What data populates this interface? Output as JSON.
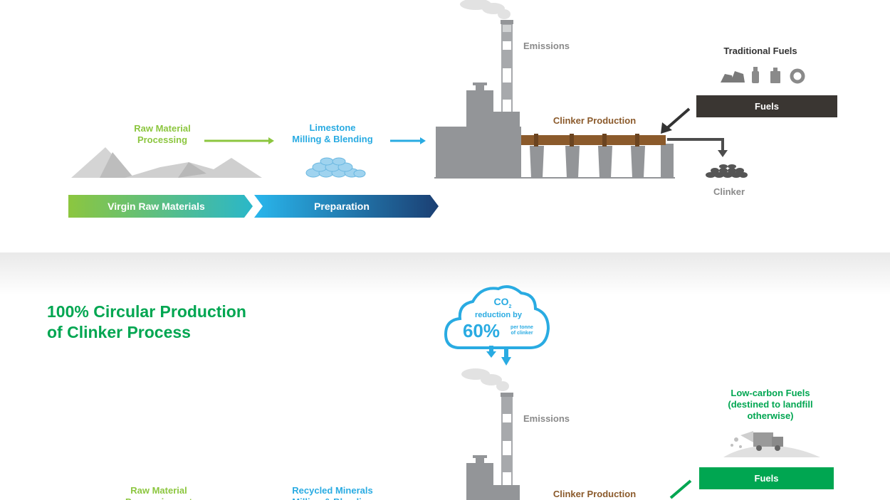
{
  "top": {
    "raw_material_label": "Raw Material\nProcessing",
    "limestone_label": "Limestone\nMilling & Blending",
    "emissions_label": "Emissions",
    "traditional_fuels_label": "Traditional Fuels",
    "fuels_box_label": "Fuels",
    "clinker_production_label": "Clinker Production",
    "clinker_label": "Clinker",
    "banner_virgin": "Virgin Raw Materials",
    "banner_preparation": "Preparation"
  },
  "bottom": {
    "title": "100% Circular Production\nof Clinker Process",
    "co2_label": "CO",
    "co2_sub": "2",
    "reduction_label": "reduction by",
    "percent_label": "60%",
    "per_tonne_label": "per tonne\nof clinker",
    "emissions_label": "Emissions",
    "low_carbon_label": "Low-carbon Fuels\n(destined to landfill\notherwise)",
    "fuels_box_label": "Fuels",
    "raw_material_label": "Raw Material\nProcessing not",
    "recycled_label": "Recycled Minerals\nMilling & Blending",
    "clinker_production_label": "Clinker Production"
  },
  "colors": {
    "green": "#8cc63f",
    "blue": "#29abe2",
    "navy": "#1b3f73",
    "grey": "#8a8a8a",
    "dark": "#3a3632",
    "brown": "#8b5a2b",
    "emerald": "#00a651"
  }
}
